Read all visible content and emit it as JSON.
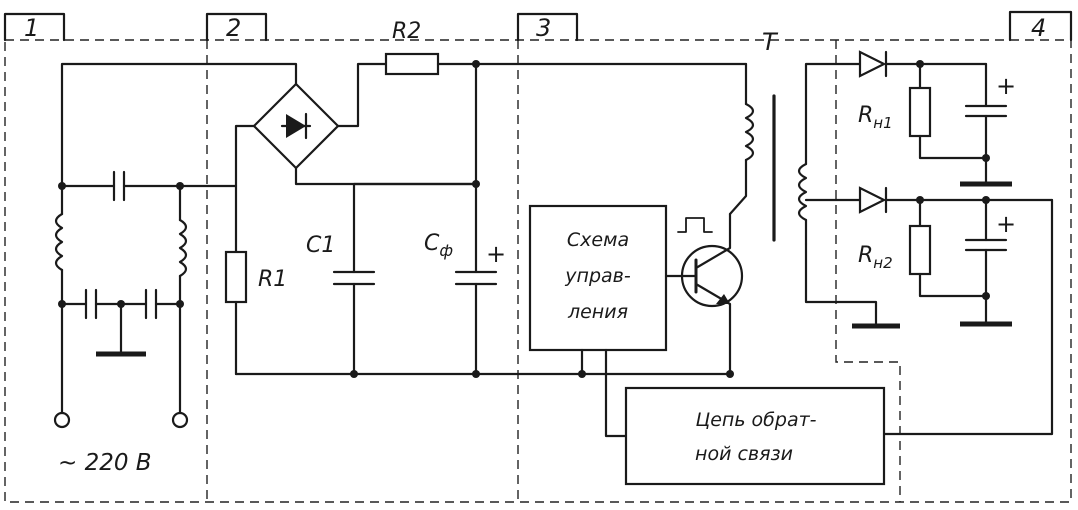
{
  "blocks": [
    {
      "number": "1"
    },
    {
      "number": "2"
    },
    {
      "number": "3"
    },
    {
      "number": "4"
    }
  ],
  "labels": {
    "r1": "R1",
    "r2": "R2",
    "c1": "C1",
    "cf_main": "C",
    "cf_sub": "ф",
    "transformer": "T",
    "rn1_main": "R",
    "rn1_sub": "н1",
    "rn2_main": "R",
    "rn2_sub": "н2",
    "mains_voltage": "~ 220 В",
    "plus": "+"
  },
  "control_block": {
    "lines": [
      "Схема",
      "управ-",
      "ления"
    ]
  },
  "feedback_block": {
    "lines": [
      "Цепь обрат-",
      "ной связи"
    ]
  }
}
